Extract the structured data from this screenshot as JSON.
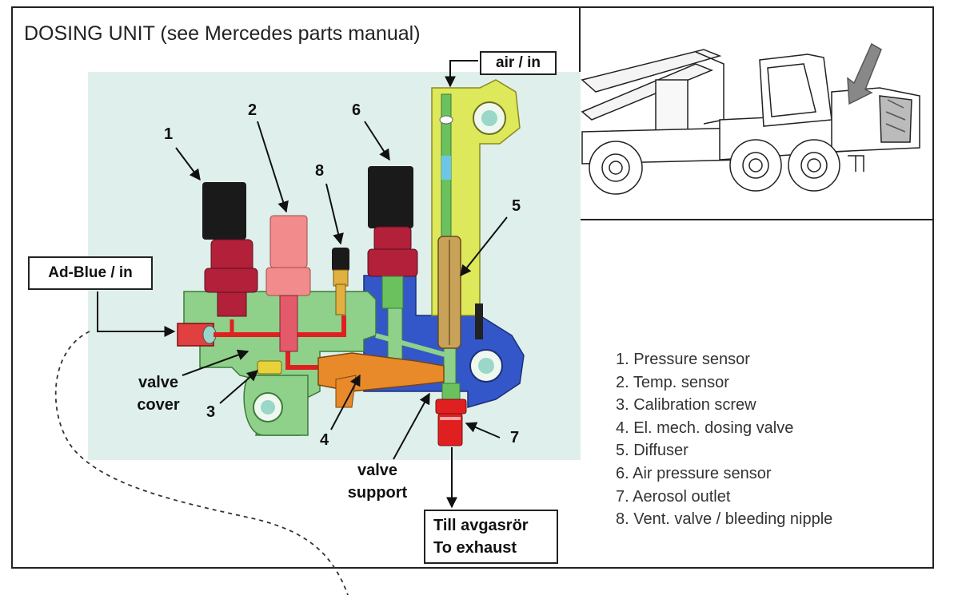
{
  "title": "DOSING UNIT  (see Mercedes parts manual)",
  "inputs": {
    "air": "air / in",
    "adblue": "Ad-Blue / in"
  },
  "parts": {
    "valve_cover": "valve\ncover",
    "valve_support": "valve\nsupport"
  },
  "exhaust": {
    "line1": "Till avgasrör",
    "line2": "To exhaust"
  },
  "callouts": [
    "1",
    "2",
    "3",
    "4",
    "5",
    "6",
    "7",
    "8"
  ],
  "legend": [
    "1. Pressure sensor",
    "2. Temp. sensor",
    "3. Calibration screw",
    "4. El. mech. dosing valve",
    "5. Diffuser",
    "6. Air pressure sensor",
    "7. Aerosol outlet",
    "8. Vent. valve / bleeding nipple"
  ],
  "colors": {
    "background_panel": "#dff0ec",
    "manifold_green": "#8fd18a",
    "block_blue": "#3357c9",
    "diffuser_yellow": "#dde85a",
    "sensor_red": "#b2203a",
    "sensor_pink": "#f28c8c",
    "sensor_black": "#1a1a1a",
    "valve_orange": "#e88a2a",
    "outlet_red": "#e02020"
  },
  "icons": {
    "vehicle": "forwarder-machine-sketch"
  }
}
